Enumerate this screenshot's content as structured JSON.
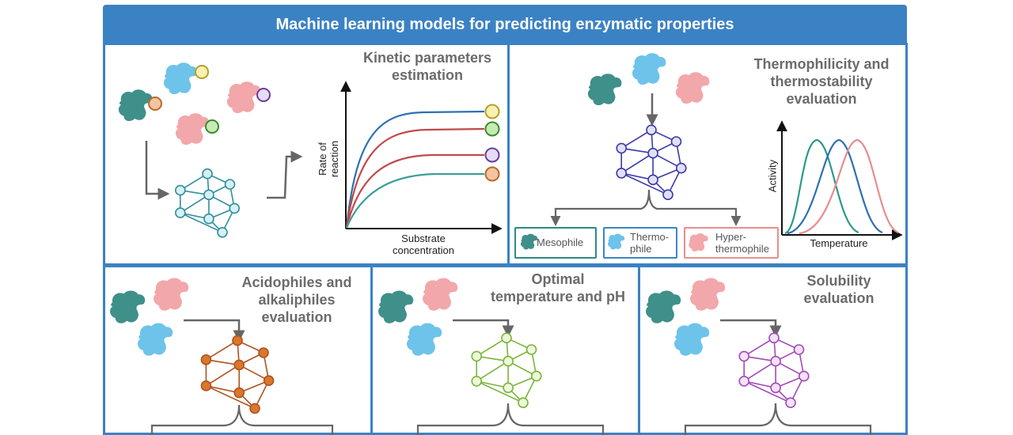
{
  "header": {
    "title": "Machine learning models for predicting enzymatic properties"
  },
  "panels": {
    "kinetic": {
      "title_line1": "Kinetic parameters",
      "title_line2": "estimation",
      "ylabel_line1": "Rate of",
      "ylabel_line2": "reaction",
      "xlabel_line1": "Substrate",
      "xlabel_line2": "concentration"
    },
    "thermo": {
      "title_line1": "Thermophilicity and",
      "title_line2": "thermostability",
      "title_line3": "evaluation",
      "ylabel": "Activity",
      "xlabel": "Temperature",
      "classes": [
        {
          "line1": "Mesophile",
          "line2": ""
        },
        {
          "line1": "Thermo-",
          "line2": "phile"
        },
        {
          "line1": "Hyper-",
          "line2": "thermophile"
        }
      ]
    },
    "acido": {
      "title_line1": "Acidophiles and",
      "title_line2": "alkaliphiles",
      "title_line3": "evaluation"
    },
    "optimal": {
      "title_line1": "Optimal",
      "title_line2": "temperature and pH"
    },
    "solubility": {
      "title_line1": "Solubility",
      "title_line2": "evaluation"
    }
  },
  "colors": {
    "header": "#3b82c4",
    "teal_enzyme": "#3f8f8a",
    "blue_enzyme": "#6ec3ea",
    "pink_enzyme": "#f2a7aa",
    "kinetic_net": "#2f8f9d",
    "thermo_net": "#3b3aa8",
    "acido_net": "#b0521f",
    "optimal_net": "#7ab53a",
    "solubility_net": "#a34bb8"
  }
}
